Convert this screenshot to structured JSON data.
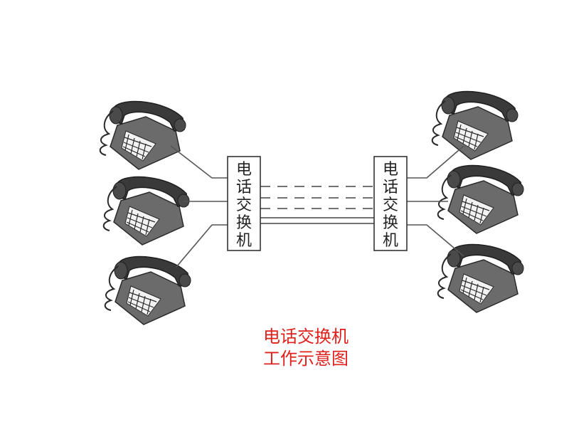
{
  "switch_left": {
    "label_chars": [
      "电",
      "话",
      "交",
      "换",
      "机"
    ]
  },
  "switch_right": {
    "label_chars": [
      "电",
      "话",
      "交",
      "换",
      "机"
    ]
  },
  "caption": {
    "line1": "电话交换机",
    "line2": "工作示意图",
    "color": "#e0201c"
  },
  "colors": {
    "phone_body": "#6b6b6b",
    "phone_dark": "#3a3a3a",
    "keypad": "#f2f2f2",
    "line": "#555555"
  },
  "icons": {
    "telephone": "telephone-icon"
  }
}
